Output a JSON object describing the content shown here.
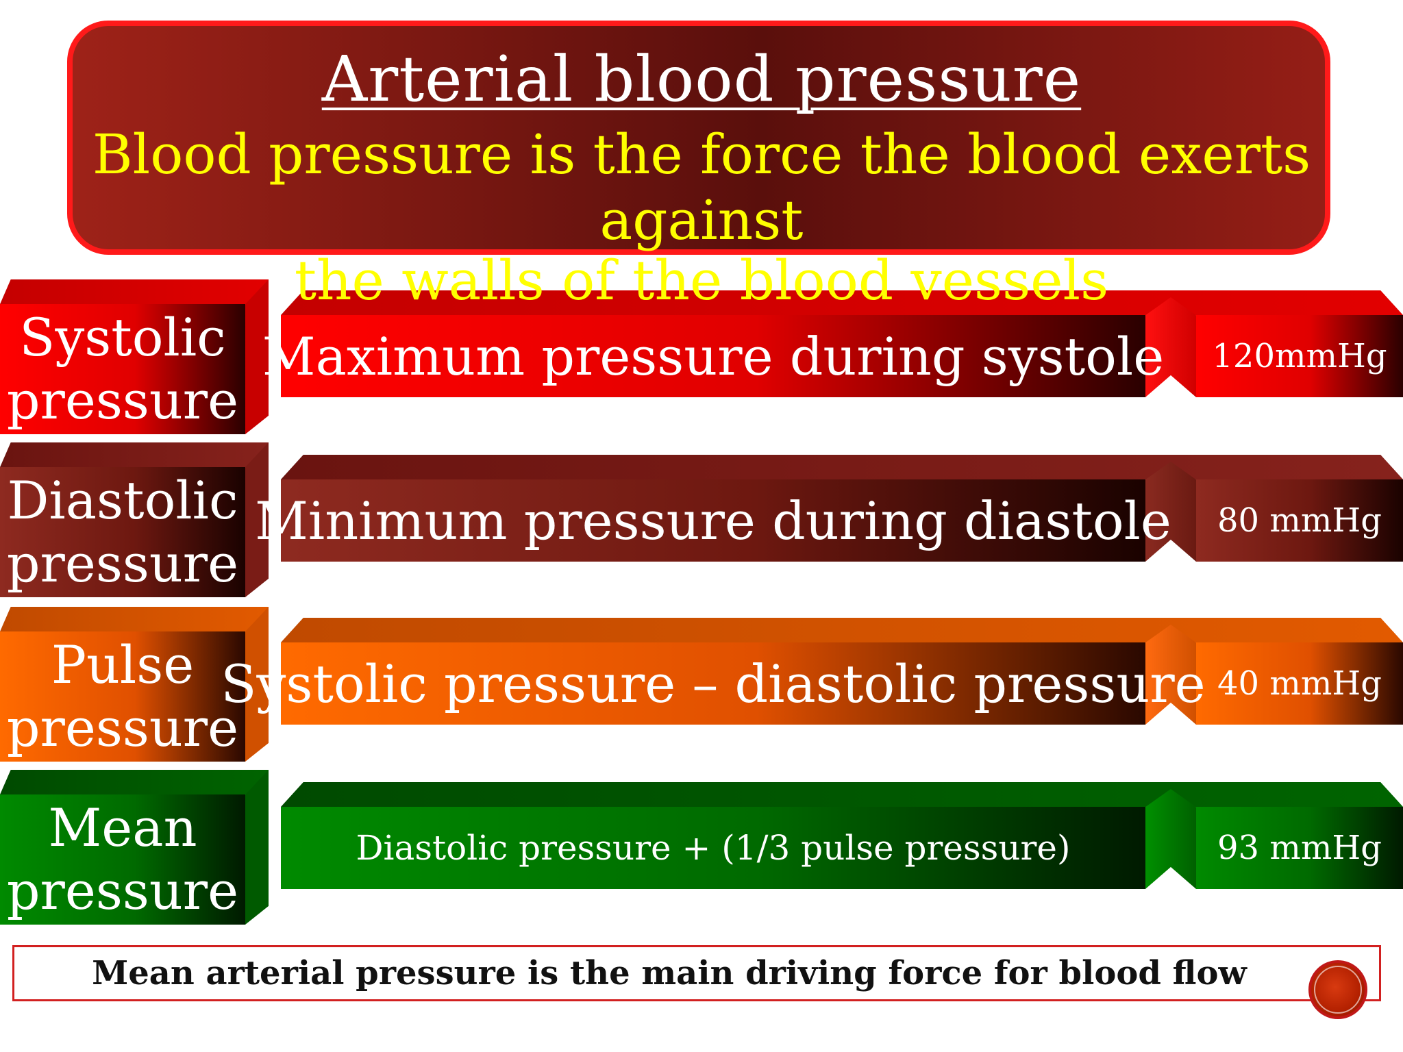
{
  "header": {
    "title": "Arterial blood pressure",
    "definition_line1": "Blood pressure is the force the blood exerts",
    "definition_line2": "against",
    "definition_line3": "the walls of the blood vessels"
  },
  "rows": [
    {
      "label_line1": "Systolic",
      "label_line2": "pressure",
      "description": "Maximum pressure during systole",
      "value": "120mmHg",
      "color": "#ff0000"
    },
    {
      "label_line1": "Diastolic",
      "label_line2": "pressure",
      "description": "Minimum pressure during diastole",
      "value": "80 mmHg",
      "color": "#8e2a20"
    },
    {
      "label_line1": "Pulse",
      "label_line2": "pressure",
      "description": "Systolic pressure – diastolic pressure",
      "value": "40 mmHg",
      "color": "#ff6a00"
    },
    {
      "label_line1": "Mean",
      "label_line2": "pressure",
      "description": "Diastolic pressure + (1/3 pulse pressure)",
      "value": "93 mmHg",
      "color": "#008a00"
    }
  ],
  "footer": {
    "text": "Mean arterial pressure is the main driving force for blood flow"
  },
  "colors": {
    "banner_border": "#ff1a1a",
    "definition_text": "#ffff00"
  }
}
